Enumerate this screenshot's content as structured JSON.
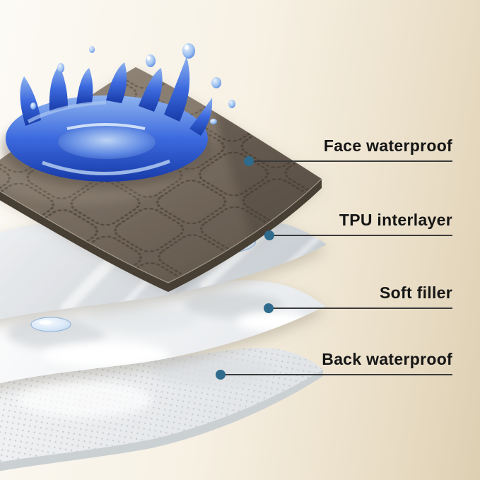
{
  "diagram": {
    "type": "layered-product-cutaway",
    "callouts": [
      {
        "text": "Face waterproof"
      },
      {
        "text": "TPU interlayer"
      },
      {
        "text": "Soft filler"
      },
      {
        "text": "Back waterproof"
      }
    ],
    "layers": [
      {
        "name": "face-waterproof",
        "color": "#776c60"
      },
      {
        "name": "tpu-interlayer",
        "color": "#d9dde1"
      },
      {
        "name": "soft-filler",
        "color": "#f2f3f5"
      },
      {
        "name": "back-waterproof",
        "color": "#eceef0"
      }
    ],
    "leader": {
      "dot_color": "#2e6b8d",
      "line_color": "#3a3a3a"
    },
    "splash_color": "#3c6ade",
    "background": {
      "left": "#fcfaf5",
      "right": "#ddcfb2"
    }
  }
}
